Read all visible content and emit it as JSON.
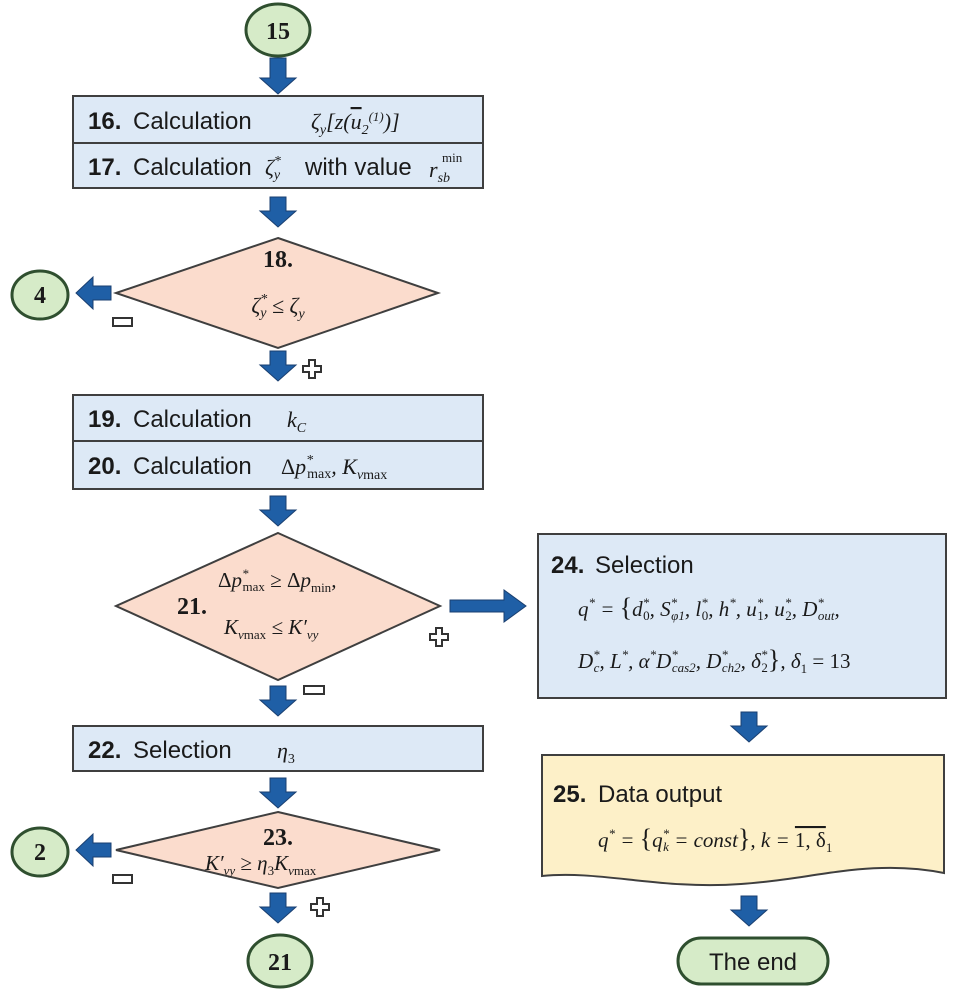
{
  "connectors": {
    "start": "15",
    "exit_minus_18": "4",
    "exit_minus_23": "2",
    "bottom": "21"
  },
  "steps": {
    "s16": {
      "num": "16.",
      "label": "Calculation",
      "formula": "ζy[z(ū2(1))]"
    },
    "s17": {
      "num": "17.",
      "label": "Calculation",
      "formula": "ζy*",
      "suffix": "with value",
      "formula2": "rsb min"
    },
    "s18": {
      "num": "18.",
      "condition": "ζy* ≤ ζy"
    },
    "s19": {
      "num": "19.",
      "label": "Calculation",
      "formula": "kC"
    },
    "s20": {
      "num": "20.",
      "label": "Calculation",
      "formula": "Δp*max, Kvmax"
    },
    "s21": {
      "num": "21.",
      "condition_line1": "Δp*max ≥ Δpmin,",
      "condition_line2": "Kvmax ≤ K′vy"
    },
    "s22": {
      "num": "22.",
      "label": "Selection",
      "formula": "η3"
    },
    "s23": {
      "num": "23.",
      "condition": "K′vy ≥ η3Kvmax"
    },
    "s24": {
      "num": "24.",
      "label": "Selection",
      "formula_line1": "q* = {d0*, Sφ1*, l0*, h*, u1*, u2*, Dout*,",
      "formula_line2": "Dc*, L*, α*Dcas2*, Dch2*, δ2*},  δ1 = 13"
    },
    "s25": {
      "num": "25.",
      "label": "Data output",
      "formula": "q* = {qk* = const},  k = 1, δ1"
    },
    "end": {
      "label": "The end"
    }
  },
  "colors": {
    "process_fill": "#dde9f6",
    "decision_fill": "#fbdccd",
    "terminal_fill": "#d6ebc8",
    "output_fill": "#fdf0c8",
    "arrow": "#1f5fa6"
  }
}
